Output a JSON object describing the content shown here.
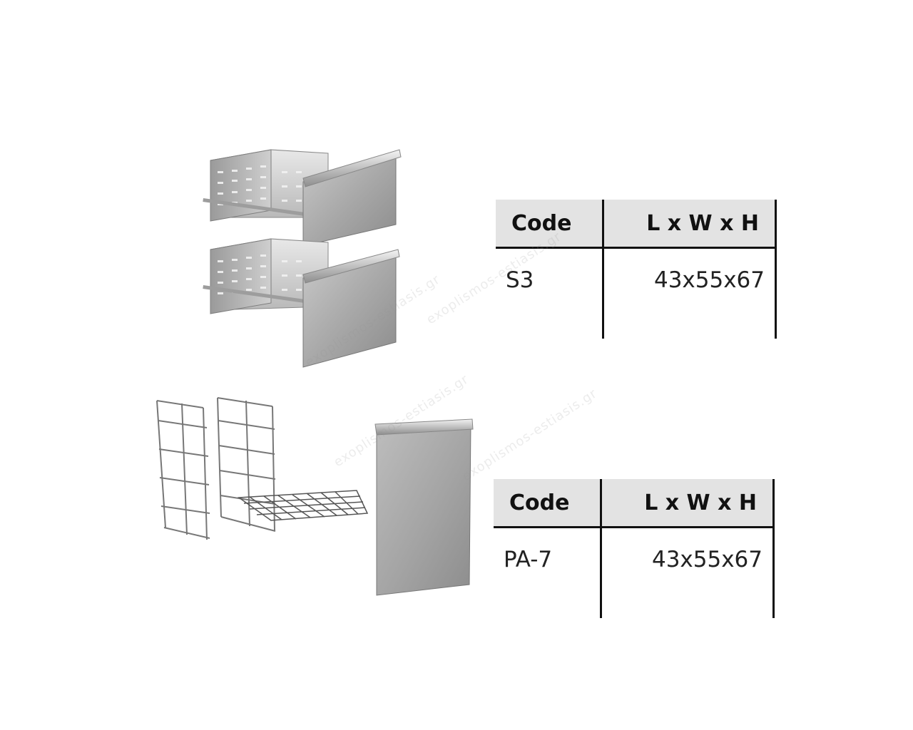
{
  "products": [
    {
      "table": {
        "headers": [
          "Code",
          "L x W x H"
        ],
        "rows": [
          [
            "S3",
            "43x55x67"
          ]
        ]
      }
    },
    {
      "table": {
        "headers": [
          "Code",
          "L x W x H"
        ],
        "rows": [
          [
            "PA-7",
            "43x55x67"
          ]
        ]
      }
    }
  ],
  "watermark": {
    "text": "exoplismos-estiasis.gr"
  },
  "colors": {
    "steel_light": "#d6d6d6",
    "steel_dark": "#8a8a8a",
    "header_bg": "#e3e3e3",
    "rule": "#111111"
  }
}
